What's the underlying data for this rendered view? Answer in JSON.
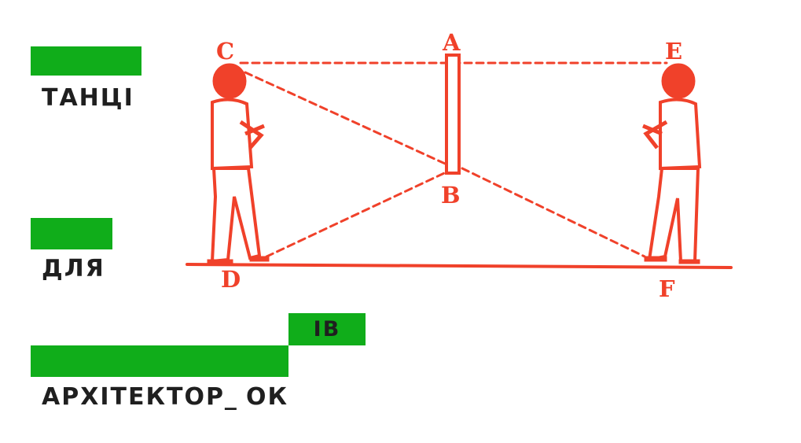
{
  "colors": {
    "green": "#10ad1a",
    "red": "#f0412a",
    "text": "#1f1f1f"
  },
  "title": {
    "line1": "ТАНЦІ",
    "line2": "ДЛЯ",
    "line3": "АРХІТЕКТОР_",
    "line3_tail": "ОК",
    "insert_tag": "ІВ"
  },
  "illustration": {
    "labels": {
      "a": "A",
      "b": "B",
      "c": "C",
      "d": "D",
      "e": "E",
      "f": "F"
    }
  }
}
